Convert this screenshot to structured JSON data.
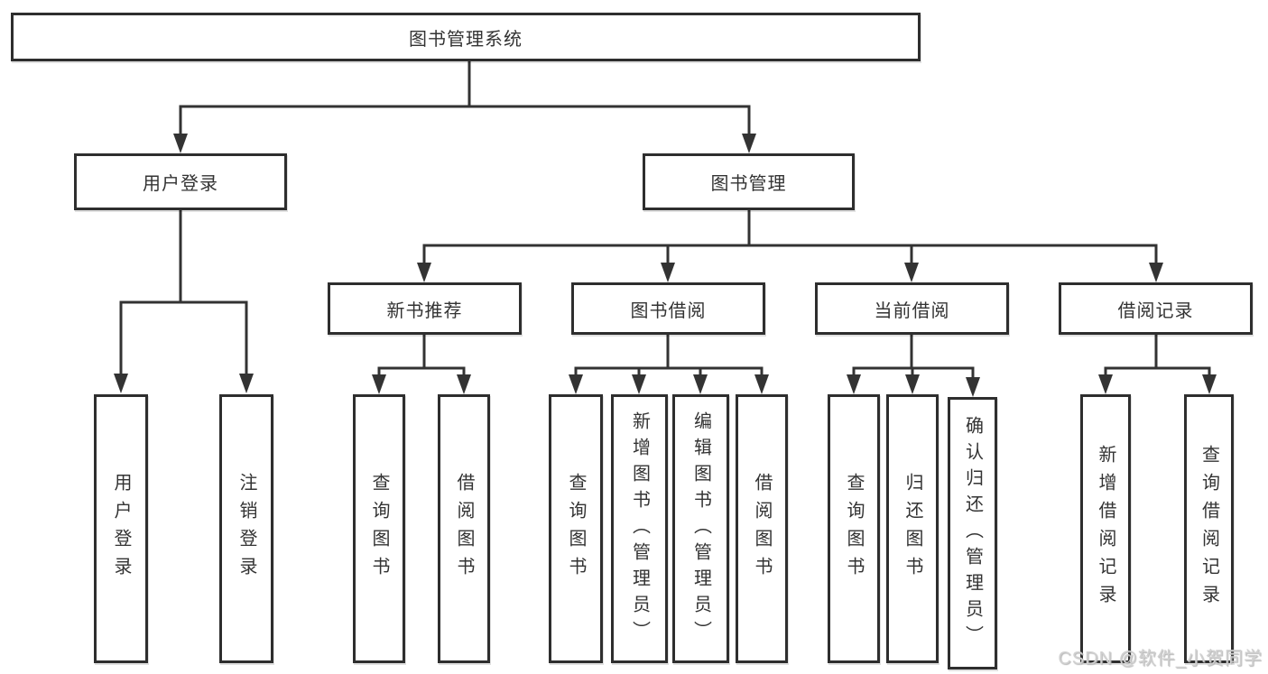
{
  "diagram": {
    "title": "图书管理系统",
    "root": {
      "label": "图书管理系统"
    },
    "level2": [
      {
        "label": "用户登录"
      },
      {
        "label": "图书管理"
      }
    ],
    "level3": [
      {
        "label": "新书推荐"
      },
      {
        "label": "图书借阅"
      },
      {
        "label": "当前借阅"
      },
      {
        "label": "借阅记录"
      }
    ],
    "leaves": {
      "user_login": {
        "label": "用户登录"
      },
      "logout": {
        "label": "注销登录"
      },
      "rec_query": {
        "label": "查询图书"
      },
      "rec_borrow": {
        "label": "借阅图书"
      },
      "bor_query": {
        "label": "查询图书"
      },
      "bor_add": {
        "label": "新增图书（管理员）"
      },
      "bor_edit": {
        "label": "编辑图书（管理员）"
      },
      "bor_borrow": {
        "label": "借阅图书"
      },
      "cur_query": {
        "label": "查询图书"
      },
      "cur_return": {
        "label": "归还图书"
      },
      "cur_confirm": {
        "label": "确认归还（管理员）"
      },
      "log_add": {
        "label": "新增借阅记录"
      },
      "log_query": {
        "label": "查询借阅记录"
      }
    }
  },
  "watermark": {
    "text": "CSDN @软件_小贺同学"
  },
  "colors": {
    "line": "#333333",
    "arrow_fill": "#333333",
    "box_border": "#2e2e2e",
    "box_fill": "#ffffff",
    "text": "#333333",
    "watermark": "#d0d0d0",
    "background": "#ffffff"
  }
}
